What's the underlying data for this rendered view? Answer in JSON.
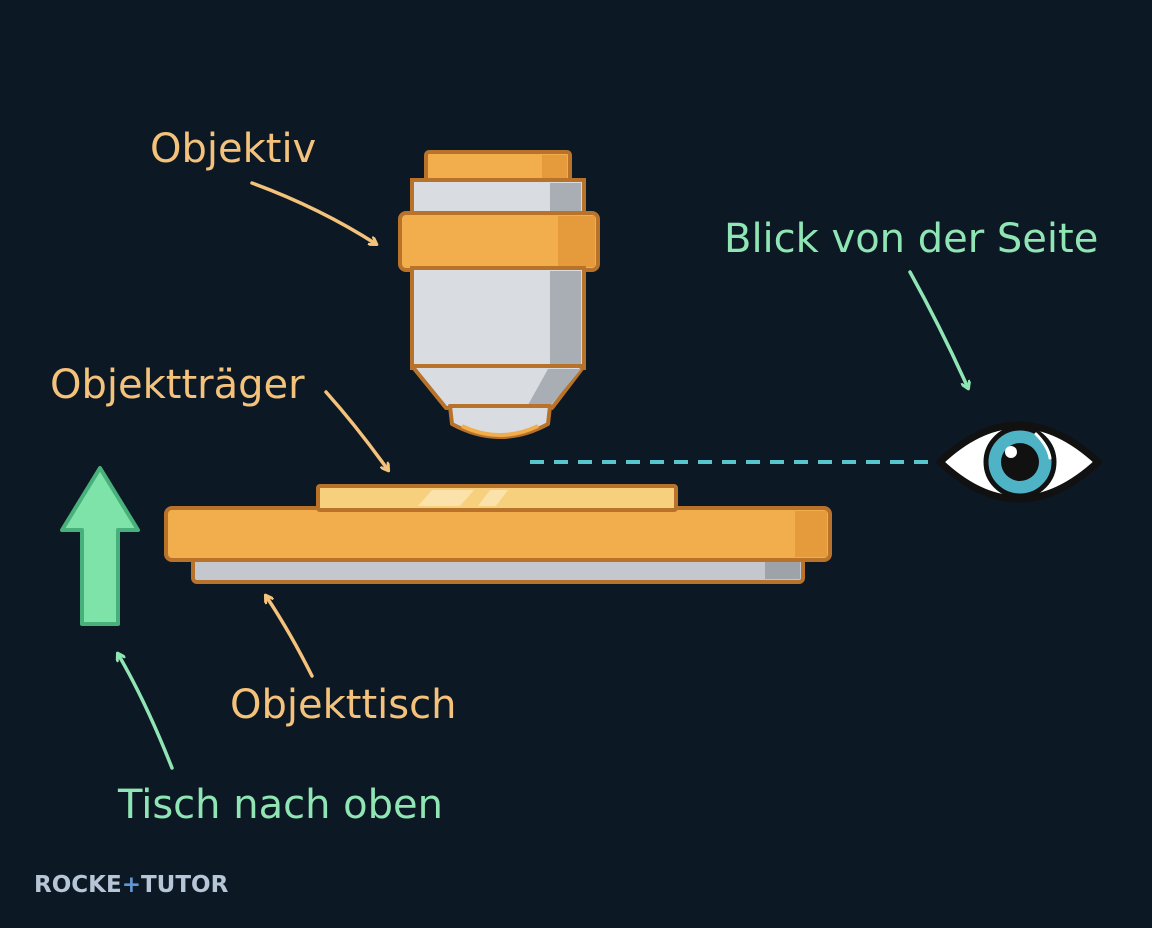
{
  "labels": {
    "objective": "Objektiv",
    "slide": "Objektträger",
    "stage": "Objekttisch",
    "side_view": "Blick von der Seite",
    "stage_up": "Tisch nach oben"
  },
  "watermark": {
    "part1": "ROCKE",
    "cross": "+",
    "part2": "TUTOR"
  },
  "colors": {
    "background": "#0c1824",
    "orange": "#f2ad4c",
    "orange_outline": "#b8722a",
    "label_orange": "#f4c27a",
    "label_green": "#8fe6b4",
    "arrow_green": "#7ee3a8",
    "sight_line": "#56c6cc",
    "metal": "#d9dde2"
  },
  "icons": [
    "eye-icon",
    "up-arrow-icon"
  ]
}
